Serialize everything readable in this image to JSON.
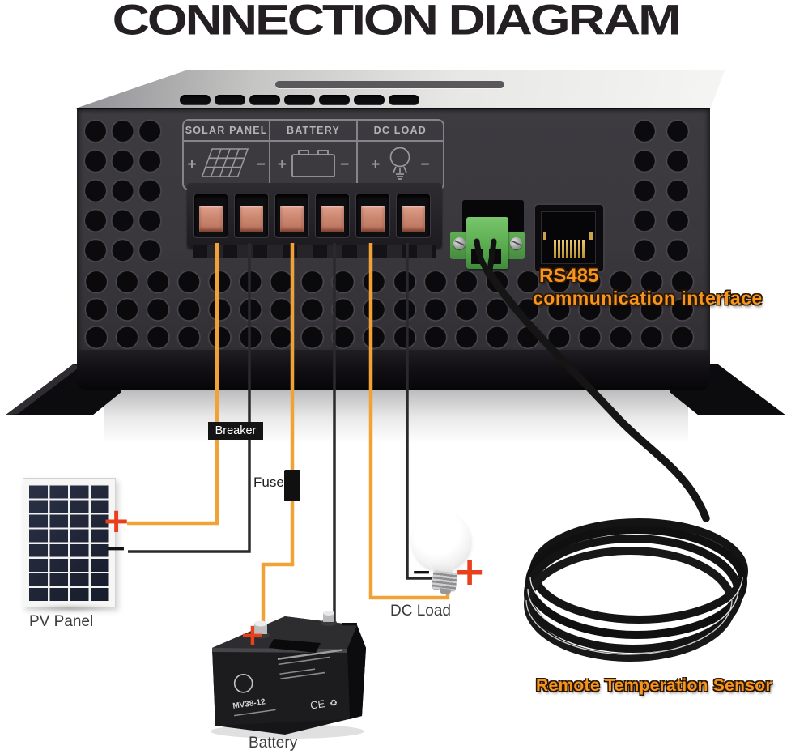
{
  "title": "CONNECTION DIAGRAM",
  "device": {
    "sections": [
      {
        "label": "SOLAR PANEL",
        "plus": "+",
        "minus": "−"
      },
      {
        "label": "BATTERY",
        "plus": "+",
        "minus": "−"
      },
      {
        "label": "DC LOAD",
        "plus": "+",
        "minus": "−"
      }
    ],
    "rs485": {
      "line1": "RS485",
      "line2": "communication interface"
    }
  },
  "components": {
    "breaker": {
      "label": "Breaker"
    },
    "fuse": {
      "label": "Fuse"
    },
    "pv_panel": {
      "label": "PV Panel",
      "plus": "+",
      "minus": "−"
    },
    "battery": {
      "label": "Battery",
      "model": "MV38-12",
      "ce_mark": "CE",
      "recycle_mark": "♻",
      "plus": "+",
      "minus": "−"
    },
    "dc_load": {
      "label": "DC Load",
      "plus": "+",
      "minus": "−"
    },
    "sensor": {
      "label": "Remote Temperation Sensor"
    }
  },
  "colors": {
    "wire_positive": "#f1a236",
    "wire_negative": "#232125",
    "plus_symbol": "#e8401c",
    "annotation_orange": "#f7941d",
    "device_face": "#3a383d",
    "terminal_copper": "#cd8872",
    "connector_green": "#58a94d"
  }
}
